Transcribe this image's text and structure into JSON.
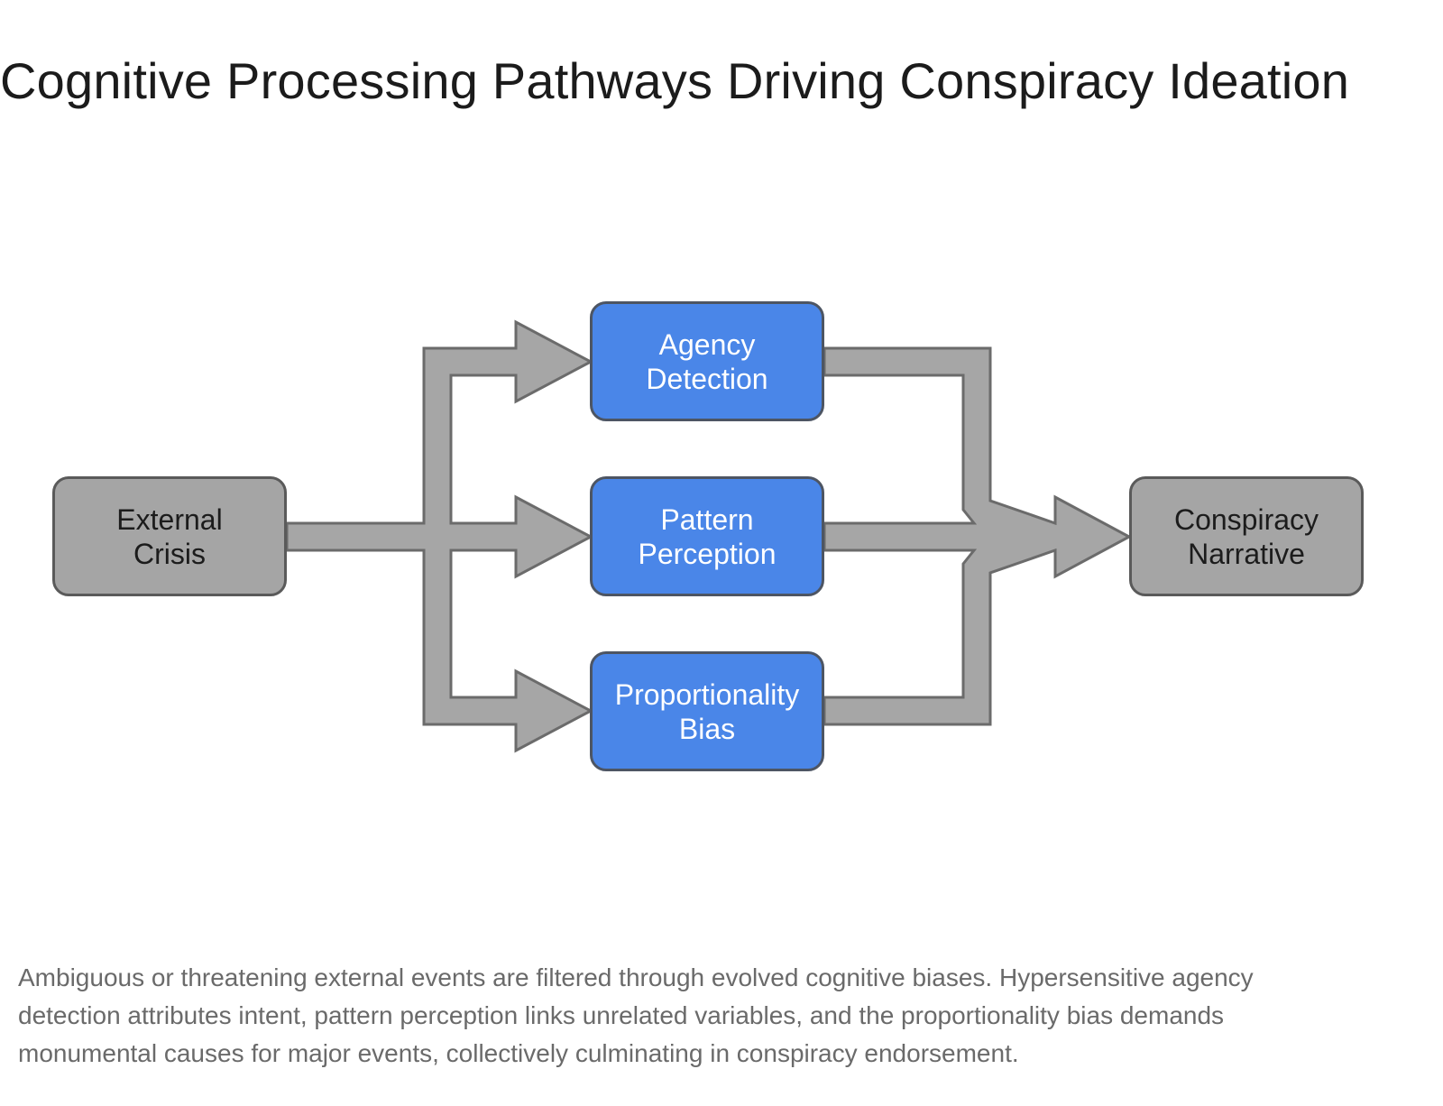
{
  "title": "Cognitive Processing Pathways Driving Conspiracy Ideation",
  "nodes": {
    "external_crisis": {
      "line1": "External",
      "line2": "Crisis"
    },
    "agency_detection": {
      "line1": "Agency",
      "line2": "Detection"
    },
    "pattern_perception": {
      "line1": "Pattern",
      "line2": "Perception"
    },
    "proportionality_bias": {
      "line1": "Proportionality",
      "line2": "Bias"
    },
    "conspiracy_narrative": {
      "line1": "Conspiracy",
      "line2": "Narrative"
    }
  },
  "edges": [
    {
      "from": "External Crisis",
      "to": "Agency Detection"
    },
    {
      "from": "External Crisis",
      "to": "Pattern Perception"
    },
    {
      "from": "External Crisis",
      "to": "Proportionality Bias"
    },
    {
      "from": "Agency Detection",
      "to": "Conspiracy Narrative"
    },
    {
      "from": "Pattern Perception",
      "to": "Conspiracy Narrative"
    },
    {
      "from": "Proportionality Bias",
      "to": "Conspiracy Narrative"
    }
  ],
  "caption": "Ambiguous or threatening external events are filtered through evolved cognitive biases. Hypersensitive agency detection attributes intent, pattern perception links unrelated variables, and the proportionality bias demands monumental causes for major events, collectively culminating in conspiracy endorsement.",
  "colors": {
    "process_fill": "#4a86e8",
    "terminal_fill": "#a5a5a5",
    "connector_fill": "#a6a6a6",
    "connector_stroke": "#6b6b6b"
  }
}
